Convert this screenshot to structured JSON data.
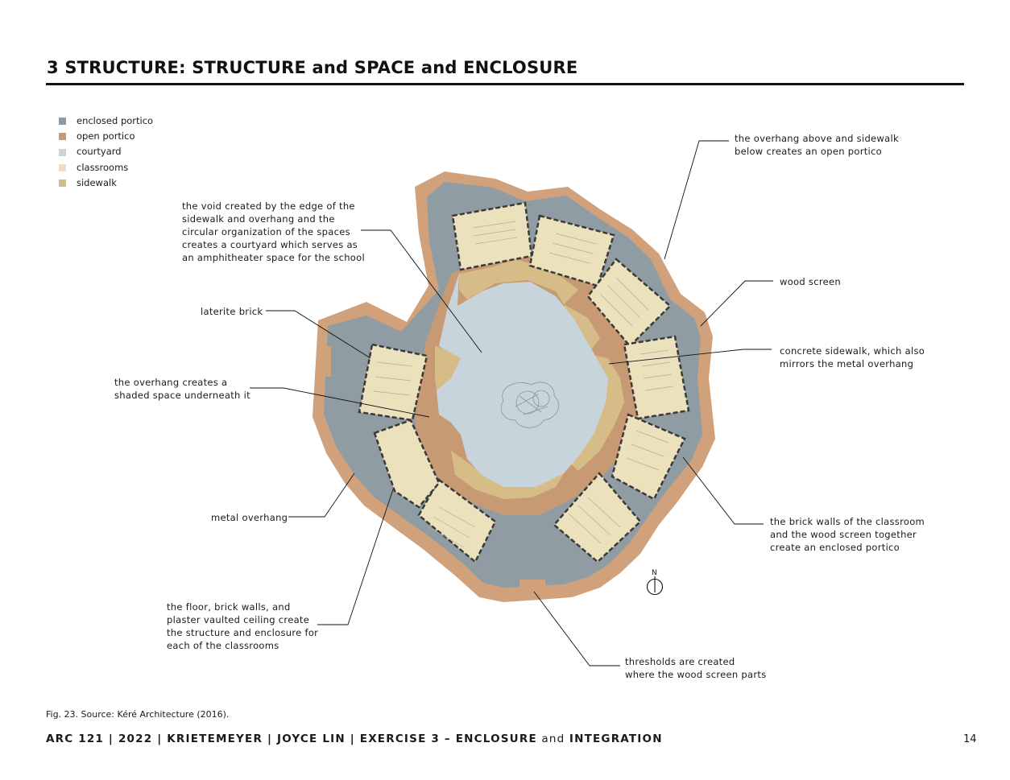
{
  "title": "3 STRUCTURE: STRUCTURE and SPACE and ENCLOSURE",
  "legend": [
    {
      "label": "enclosed portico",
      "color": "#8e9ba2"
    },
    {
      "label": "open portico",
      "color": "#c89a74"
    },
    {
      "label": "courtyard",
      "color": "#c9d5dc"
    },
    {
      "label": "classrooms",
      "color": "#ece1bc"
    },
    {
      "label": "sidewalk",
      "color": "#d5bb85"
    }
  ],
  "annotations": {
    "overhang_sidewalk": "the overhang above and sidewalk\nbelow creates an open portico",
    "void": "the void created by the edge of the\nsidewalk and overhang and the\ncircular organization of the spaces\ncreates a courtyard which serves as\nan amphitheater space for the school",
    "wood_screen": "wood screen",
    "laterite_brick": "laterite brick",
    "concrete_sidewalk": "concrete sidewalk, which also\nmirrors the metal overhang",
    "overhang_shade": "the overhang creates a\nshaded space underneath it",
    "brick_walls": "the brick walls of the classroom\nand the wood screen together\ncreate an enclosed portico",
    "metal_overhang": "metal overhang",
    "floor_walls": "the floor, brick walls, and\nplaster vaulted ceiling create\nthe structure and enclosure for\neach of the classrooms",
    "thresholds": "thresholds are created\nwhere the wood screen parts"
  },
  "north_label": "N",
  "caption": "Fig. 23. Source: Kéré Architecture (2016).",
  "footer": {
    "course": "ARC 121 | 2022 | KRIETEMEYER | JOYCE LIN | EXERCISE 3 – ENCLOSURE",
    "and": " and ",
    "integration": "INTEGRATION"
  },
  "page_number": "14"
}
